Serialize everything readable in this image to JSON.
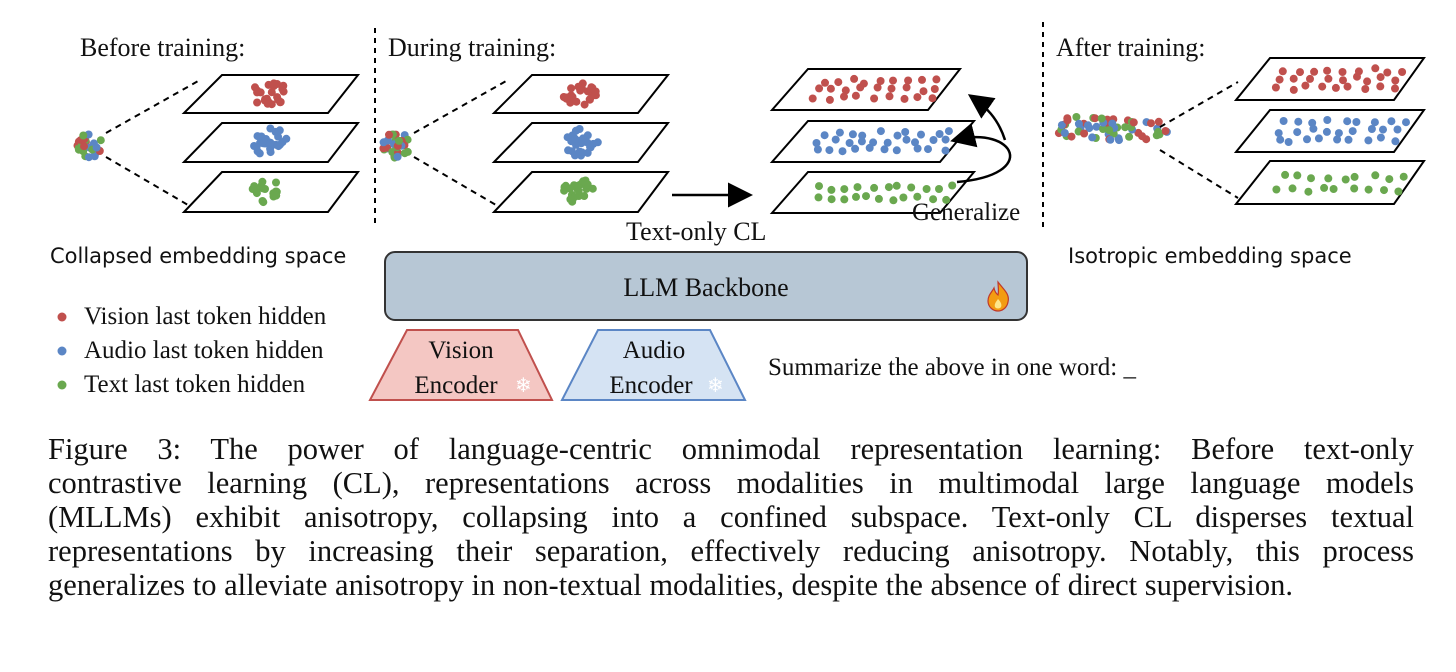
{
  "panels": {
    "before_title": "Before training:",
    "during_title": "During training:",
    "after_title": "After training:",
    "collapsed_label": "Collapsed embedding space",
    "isotropic_label": "Isotropic embedding space",
    "text_only_cl": "Text-only CL",
    "generalize": "Generalize"
  },
  "legend": [
    {
      "label": "Vision last token hidden",
      "color": "#c0504d"
    },
    {
      "label": "Audio last token hidden",
      "color": "#5b86c5"
    },
    {
      "label": "Text last token hidden",
      "color": "#6aa84f"
    }
  ],
  "model": {
    "backbone": "LLM Backbone",
    "vision_encoder": [
      "Vision",
      "Encoder"
    ],
    "audio_encoder": [
      "Audio",
      "Encoder"
    ],
    "prompt": "Summarize the above in one word: _"
  },
  "icons": {
    "backbone_status": "fire-icon",
    "encoder_status": "snowflake-icon"
  },
  "colors": {
    "vision": "#c0504d",
    "audio": "#5b86c5",
    "text": "#6aa84f",
    "backbone_fill": "#b7c7d5",
    "vision_encoder_fill": "#f4c7c3",
    "audio_encoder_fill": "#d5e3f3"
  },
  "caption": {
    "lines": [
      "Figure 3: The power of language-centric omnimodal representation learning: Before text-only",
      "contrastive learning (CL), representations across modalities in multimodal large language models",
      "(MLLMs) exhibit anisotropy, collapsing into a confined subspace. Text-only CL disperses textual",
      "representations by increasing their separation, effectively reducing anisotropy. Notably, this process",
      "generalizes to alleviate anisotropy in non-textual modalities, despite the absence of direct supervision."
    ]
  }
}
